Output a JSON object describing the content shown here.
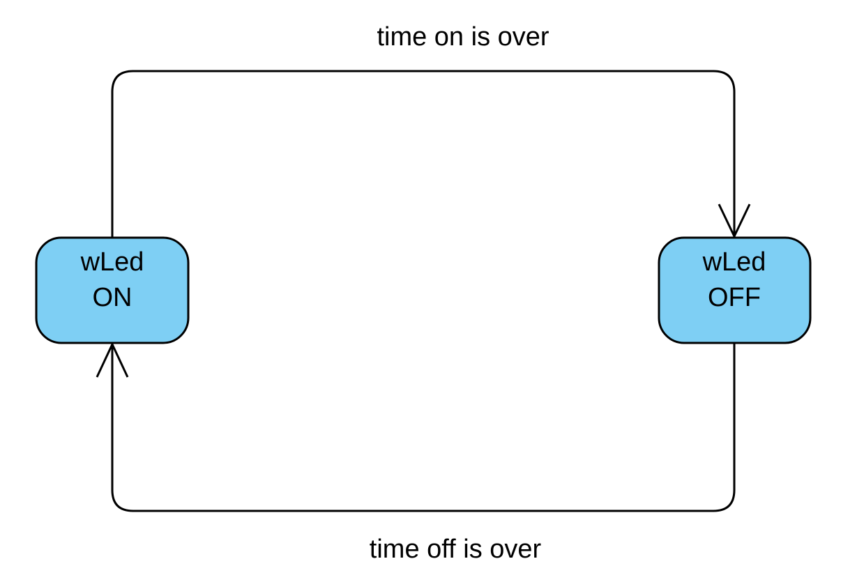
{
  "diagram": {
    "type": "state-machine",
    "states": [
      {
        "id": "on",
        "line1": "wLed",
        "line2": "ON"
      },
      {
        "id": "off",
        "line1": "wLed",
        "line2": "OFF"
      }
    ],
    "transitions": [
      {
        "from": "on",
        "to": "off",
        "label": "time on is over"
      },
      {
        "from": "off",
        "to": "on",
        "label": "time off is over"
      }
    ],
    "colors": {
      "state_fill": "#7ecff4",
      "stroke": "#000000",
      "background": "#ffffff"
    }
  }
}
